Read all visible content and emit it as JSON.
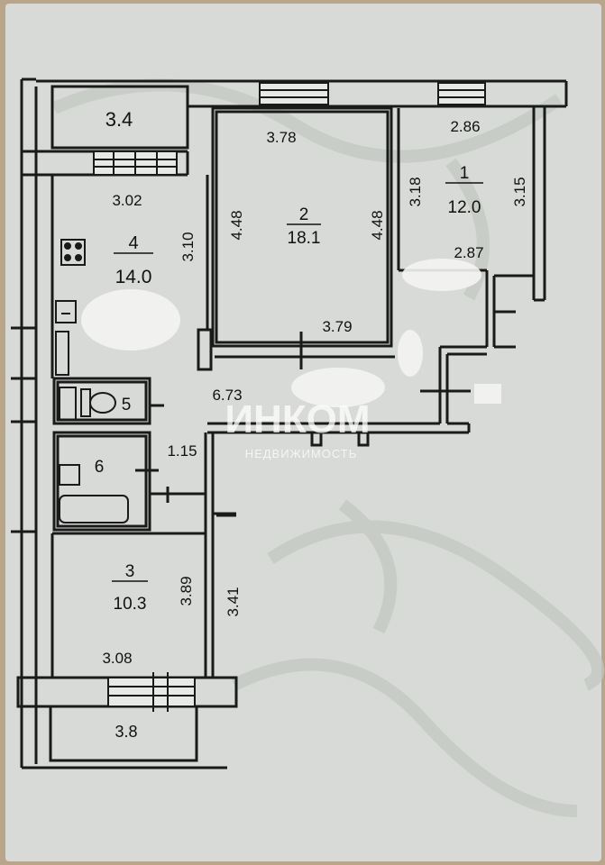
{
  "colors": {
    "paper": "#d7dad6",
    "background": "#b9a68a",
    "wall": "#1a1a1a"
  },
  "watermark": {
    "logo": "ИНКОМ",
    "tagline": "НЕДВИЖИМОСТЬ"
  },
  "rooms": [
    {
      "number": "1",
      "area": "12.0"
    },
    {
      "number": "2",
      "area": "18.1"
    },
    {
      "number": "3",
      "area": "10.3"
    },
    {
      "number": "4",
      "area": "14.0"
    },
    {
      "number": "5",
      "area": ""
    },
    {
      "number": "6",
      "area": ""
    }
  ],
  "balconies": [
    {
      "area": "3.4"
    },
    {
      "area": "3.8"
    }
  ],
  "dimensions": {
    "room2_top": "3.78",
    "room2_left": "4.48",
    "room2_right": "4.48",
    "room2_bottom": "3.79",
    "room1_top": "2.86",
    "room1_left": "3.18",
    "room1_right": "3.15",
    "room1_bottom": "2.87",
    "room4_top": "3.02",
    "room4_right": "3.10",
    "hall": "6.73",
    "bath_corridor": "1.15",
    "room3_right": "3.89",
    "room3_corridor": "3.41",
    "room3_bottom": "3.08"
  }
}
